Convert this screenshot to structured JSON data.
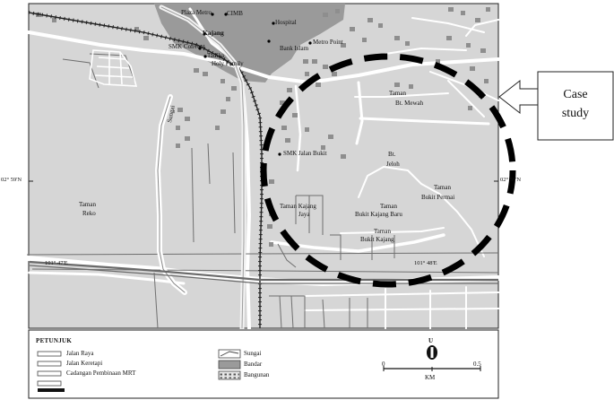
{
  "places": {
    "plaza_metro": "Plaza Metro",
    "cimb": "CIMB",
    "kajang": "Kajang",
    "hospital": "Hospital",
    "smk_convent": "SMK Convent",
    "tadika": "Tadika",
    "holy_family": "Holy Family",
    "bank_islam": "Bank Islam",
    "metro_point": "Metro Point",
    "taman_bt_mewah_1": "Taman",
    "taman_bt_mewah_2": "Bt. Mewah",
    "smk_jalan_bukit": "SMK Jalan Bukit",
    "bt_jeloh_1": "Bt.",
    "bt_jeloh_2": "Jeloh",
    "taman_bukit_permai_1": "Taman",
    "taman_bukit_permai_2": "Bukit Permai",
    "taman_reko_1": "Taman",
    "taman_reko_2": "Reko",
    "taman_kajang_jaya_1": "Taman Kajang",
    "taman_kajang_jaya_2": "Jaya",
    "taman_bkb_1": "Taman",
    "taman_bkb_2": "Bukit Kajang Baru",
    "taman_bk_1": "Taman",
    "taman_bk_2": "Bukit Kajang",
    "river": "Sungai"
  },
  "coordinates": {
    "lat_left": "02° 59'N",
    "lat_right": "02° 59'N",
    "lon_left": "101° 47'E",
    "lon_right": "101° 48'E"
  },
  "callout": {
    "line1": "Case",
    "line2": "study"
  },
  "legend": {
    "title": "PETUNJUK",
    "jalan_raya": "Jalan Raya",
    "jalan_keretapi": "Jalan Keretapi",
    "mrt": "Cadangan Pembinaan MRT",
    "sungai": "Sungai",
    "bandar": "Bandar",
    "bangunan": "Bangunan",
    "north": "U",
    "scale_start": "0",
    "scale_end": "0.5",
    "scale_unit": "KM"
  },
  "colors": {
    "map_background": "#d6d6d6",
    "roads": "#ffffff",
    "town_area": "#9a9a9a",
    "buildings": "#8e8e8e",
    "case_study_ring": "#000000"
  }
}
